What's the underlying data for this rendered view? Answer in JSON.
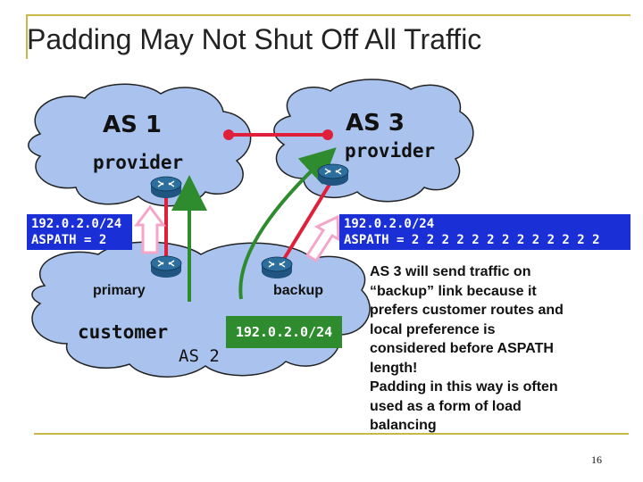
{
  "slide": {
    "title": "Padding May Not Shut Off All Traffic",
    "page_number": "16"
  },
  "clouds": {
    "as1_label": "AS 1",
    "as1_role": "provider",
    "as3_label": "AS 3",
    "as3_role": "provider",
    "customer_label": "customer",
    "as2_label": "AS 2",
    "primary_link_label": "primary",
    "backup_link_label": "backup"
  },
  "announcements": {
    "left_prefix": "192.0.2.0/24",
    "left_aspath": "ASPATH = 2",
    "right_prefix": "192.0.2.0/24",
    "right_aspath": "ASPATH = 2 2 2 2 2 2 2 2 2 2 2 2 2",
    "customer_prefix": "192.0.2.0/24"
  },
  "explanation": {
    "lines": [
      "AS 3 will send traffic on",
      "“backup” link because it",
      "prefers customer routes and",
      "local preference is",
      "considered before ASPATH",
      "length!",
      "Padding in this way is often",
      "used as a form of load",
      "balancing"
    ]
  },
  "colors": {
    "cloud": "#a9c3ee",
    "link_red": "#e0203a",
    "traffic_green": "#2e8b2e",
    "box_blue": "#1a2fd6",
    "arrow_pink": "#f4a6c8",
    "router": "#2c6f9e",
    "rule": "#c8b84a"
  },
  "icons": [
    "router-icon",
    "cloud-shape",
    "up-arrow-icon"
  ]
}
